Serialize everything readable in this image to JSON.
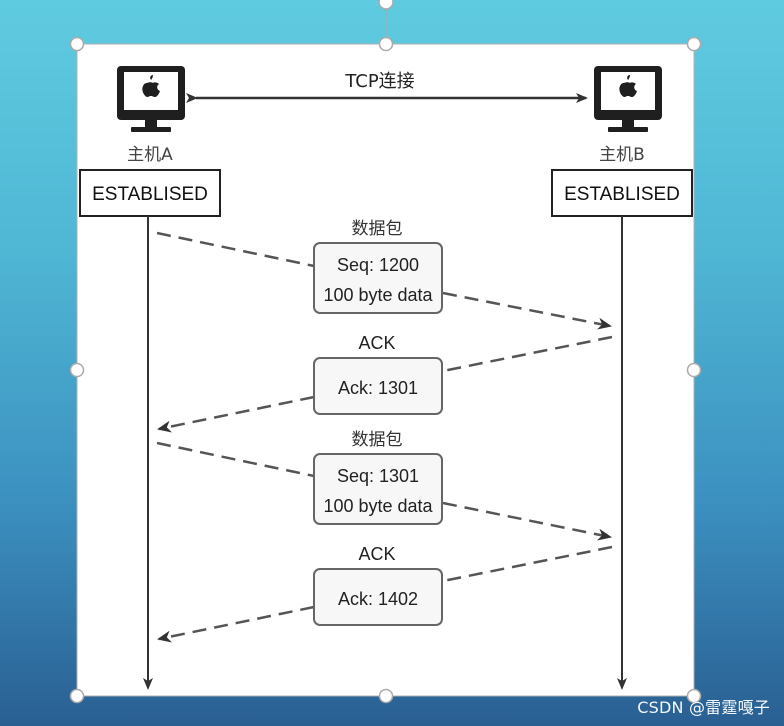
{
  "connection_label": "TCP连接",
  "hosts": {
    "a": {
      "name": "主机A",
      "state": "ESTABLISED"
    },
    "b": {
      "name": "主机B",
      "state": "ESTABLISED"
    }
  },
  "messages": [
    {
      "title": "数据包",
      "line1": "Seq: 1200",
      "line2": "100 byte data"
    },
    {
      "title": "ACK",
      "line1": "Ack: 1301"
    },
    {
      "title": "数据包",
      "line1": "Seq: 1301",
      "line2": "100 byte data"
    },
    {
      "title": "ACK",
      "line1": "Ack: 1402"
    }
  ],
  "watermark": "CSDN @雷霆嘎子",
  "colors": {
    "line": "#333333",
    "dash": "#555555",
    "box_fill": "#f7f7f7",
    "box_border": "#666666",
    "handle": "#b8b8b8"
  }
}
